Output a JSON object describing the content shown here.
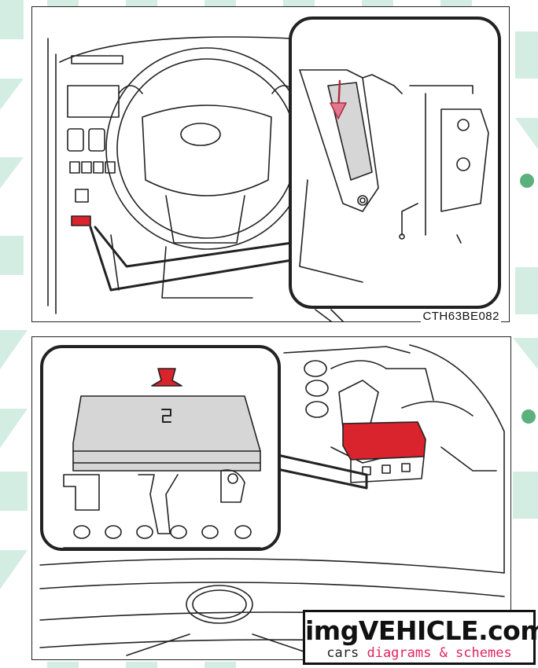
{
  "diagram": {
    "top_panel_code": "CTH63BE082",
    "colors": {
      "highlight_red": "#d9232d",
      "cover_gray": "#d6d6d6",
      "pattern_green": "#d4ede2"
    }
  },
  "watermark": {
    "brand": "imgVEHICLE.com",
    "tagline_prefix": "cars ",
    "tagline_highlight": "diagrams & schemes",
    "tagline_highlight_color": "#e0245e"
  }
}
